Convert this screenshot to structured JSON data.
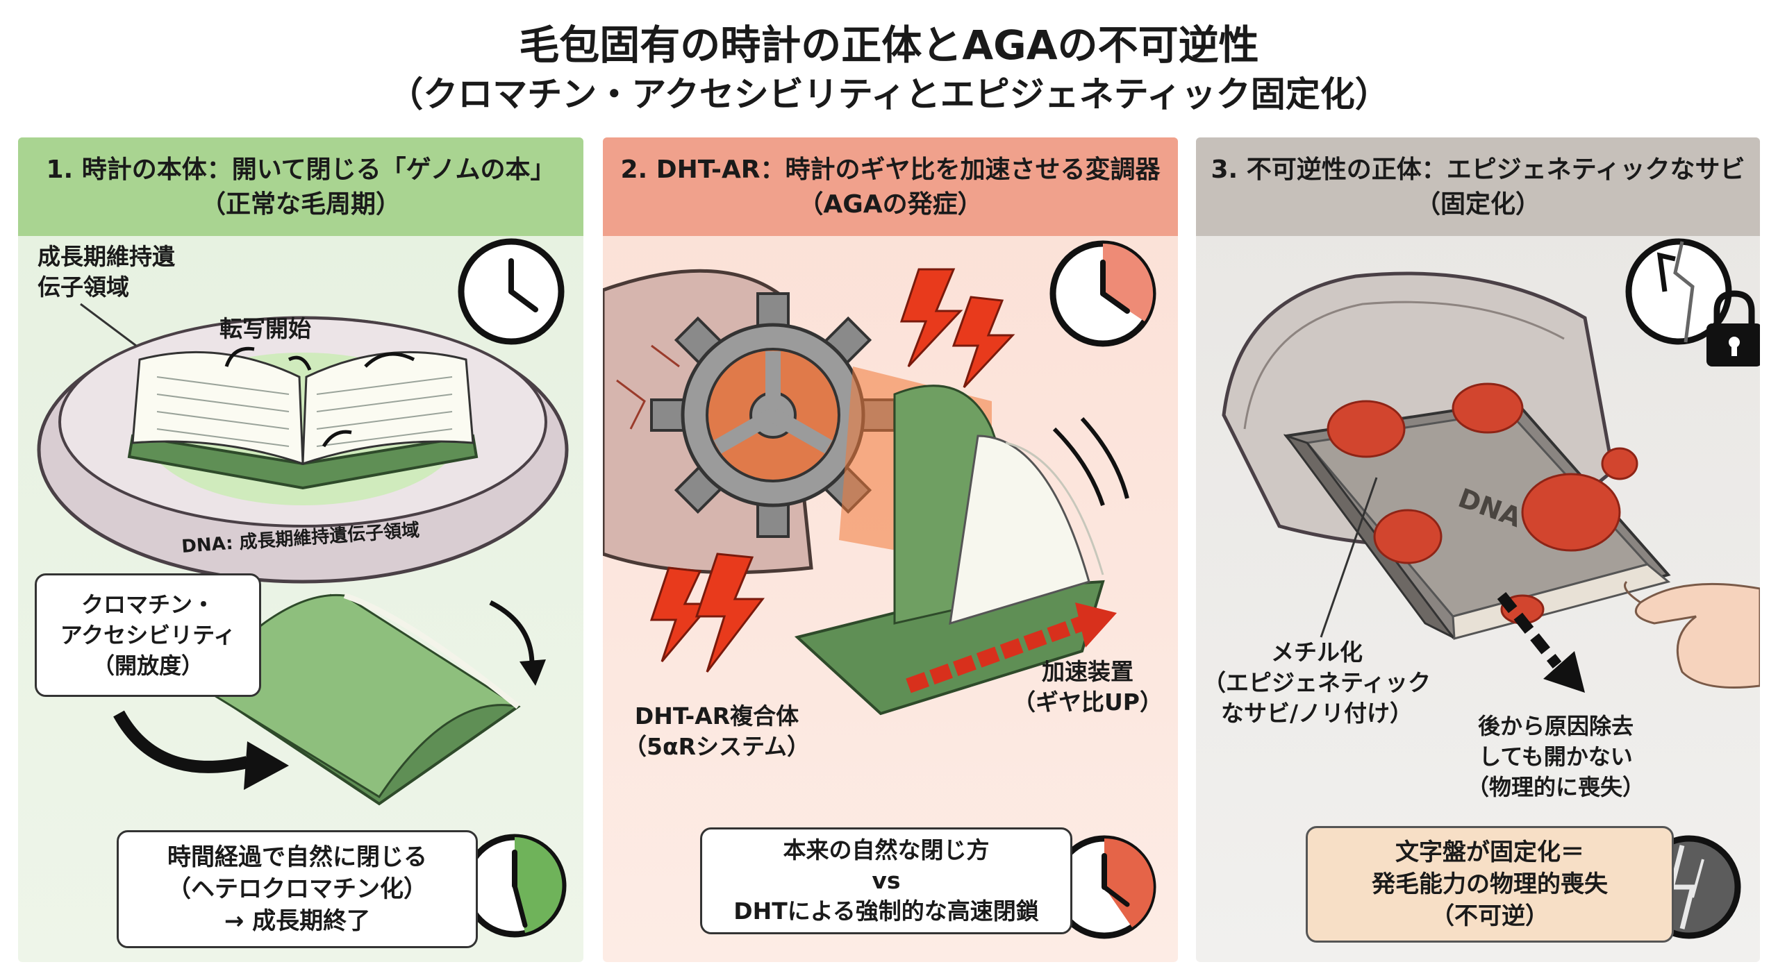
{
  "title": {
    "line1": "毛包固有の時計の正体とAGAの不可逆性",
    "line2": "（クロマチン・アクセシビリティとエピジェネティック固定化）"
  },
  "panel1": {
    "heading_line1": "1. 時計の本体：開いて閉じる「ゲノムの本」",
    "heading_line2": "（正常な毛周期）",
    "label_region_line1": "成長期維持遺",
    "label_region_line2": "伝子領域",
    "label_transcription": "転写開始",
    "label_dna": "DNA: 成長期維持遺伝子領域",
    "callout_line1": "クロマチン・",
    "callout_line2": "アクセシビリティ",
    "callout_line3": "（開放度）",
    "box_line1": "時間経過で自然に閉じる",
    "box_line2": "（ヘテロクロマチン化）",
    "box_line3": "→ 成長期終了"
  },
  "panel2": {
    "heading_line1": "2. DHT-AR：時計のギヤ比を加速させる変調器",
    "heading_line2": "（AGAの発症）",
    "label_complex_line1": "DHT-AR複合体",
    "label_complex_line2": "（5αRシステム）",
    "label_accel_line1": "加速装置",
    "label_accel_line2": "（ギヤ比UP）",
    "box_line1": "本来の自然な閉じ方",
    "box_line2": "vs",
    "box_line3": "DHTによる強制的な高速閉鎖"
  },
  "panel3": {
    "heading_line1": "3. 不可逆性の正体：エピジェネティックなサビ",
    "heading_line2": "（固定化）",
    "book_label": "DNA",
    "label_methyl_line1": "メチル化",
    "label_methyl_line2": "（エピジェネティック",
    "label_methyl_line3": "なサビ/ノリ付け）",
    "label_remove_line1": "後から原因除去",
    "label_remove_line2": "しても開かない",
    "label_remove_line3": "（物理的に喪失）",
    "box_line1": "文字盤が固定化＝",
    "box_line2": "発毛能力の物理的喪失",
    "box_line3": "（不可逆）"
  },
  "colors": {
    "green_header": "#a9d491",
    "red_header": "#f0a18c",
    "gray_header": "#c6c0ba",
    "book_green": "#5f8f55",
    "rust": "#d2452e",
    "bolt": "#e83a1c"
  },
  "icons": [
    "clock-icon",
    "lightning-icon",
    "gear-icon",
    "lock-icon",
    "hand-icon",
    "arrow-icon",
    "book-icon",
    "dish-icon"
  ]
}
